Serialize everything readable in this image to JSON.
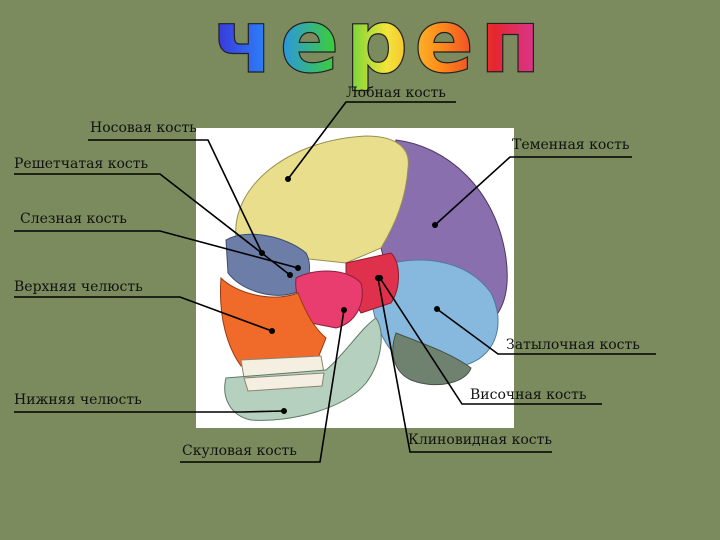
{
  "title": "череп",
  "labels": {
    "frontal": "Лобная кость",
    "nasal": "Носовая кость",
    "parietal": "Теменная кость",
    "ethmoid": "Решетчатая кость",
    "lacrimal": "Слезная кость",
    "maxilla": "Верхняя челюсть",
    "occipital": "Затылочная кость",
    "mandible": "Нижняя челюсть",
    "temporal": "Височная кость",
    "zygomatic": "Скуловая кость",
    "sphenoid": "Клиновидная кость"
  },
  "colors": {
    "background": "#7b8b5d",
    "frontal": "#e8de8c",
    "parietal": "#8a6fae",
    "occipital": "#87b9df",
    "maxilla": "#f06a2a",
    "zygomatic": "#e83d6e",
    "mandible": "#b6d0bf",
    "sphenoid": "#e0314c",
    "orbit": "#6c7ea8"
  }
}
